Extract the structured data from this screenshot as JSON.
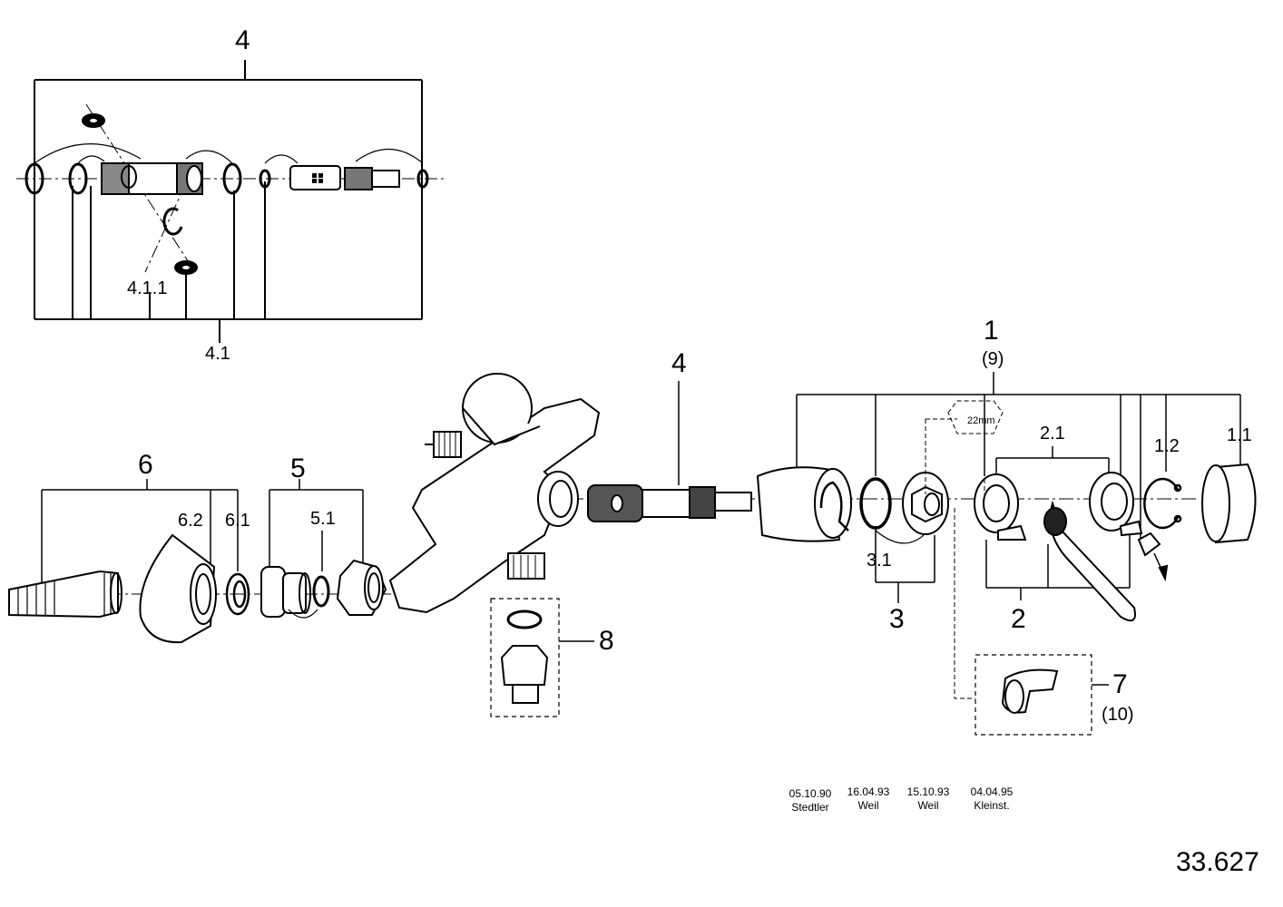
{
  "inset": {
    "title": "4",
    "sub_label": "4.1",
    "part_label": "4.1.1"
  },
  "callouts": {
    "c1": "1",
    "c1_qty": "(9)",
    "c1_1": "1.1",
    "c1_2": "1.2",
    "c2": "2",
    "c2_1": "2.1",
    "c3": "3",
    "c3_1": "3.1",
    "c4": "4",
    "c5": "5",
    "c5_1": "5.1",
    "c6": "6",
    "c6_1": "6.1",
    "c6_2": "6.2",
    "c7": "7",
    "c7_qty": "(10)",
    "c8": "8",
    "wrench": "22mm"
  },
  "revisions": [
    {
      "date": "05.10.90",
      "name": "Stedtler"
    },
    {
      "date": "16.04.93",
      "name": "Weil"
    },
    {
      "date": "15.10.93",
      "name": "Weil"
    },
    {
      "date": "04.04.95",
      "name": "Kleinst."
    }
  ],
  "drawing_number": "33.627"
}
